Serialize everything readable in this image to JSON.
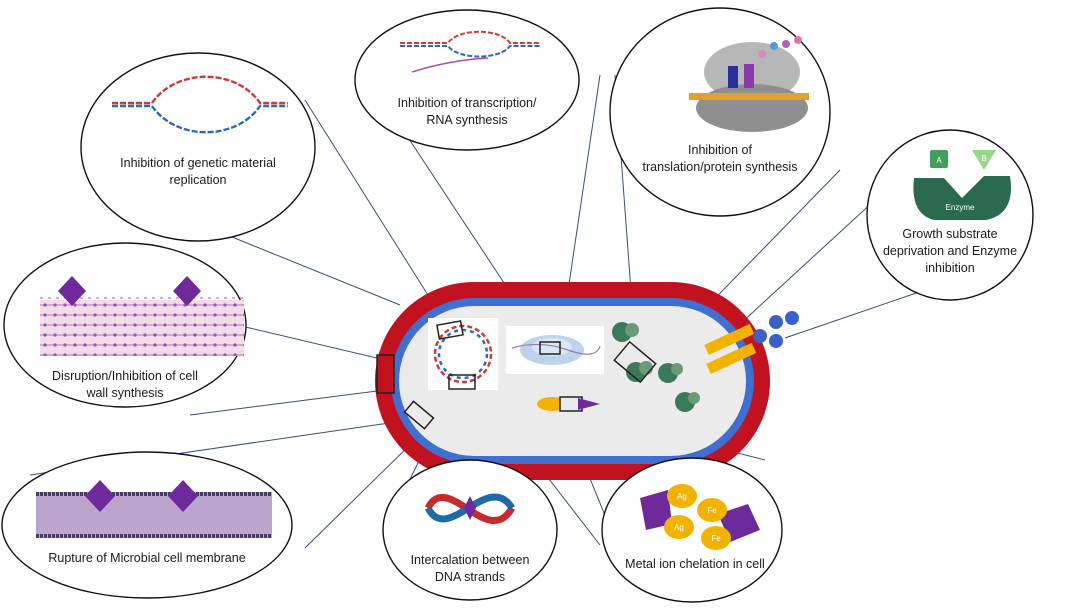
{
  "labels": {
    "replication": "Inhibition of genetic material\nreplication",
    "transcription": "Inhibition of transcription/\nRNA synthesis",
    "translation": "Inhibition of\ntranslation/protein synthesis",
    "growth": "Growth substrate\ndeprivation and Enzyme\ninhibition",
    "cell_wall": "Disruption/Inhibition of cell\nwall synthesis",
    "membrane": "Rupture of Microbial cell membrane",
    "intercalation": "Intercalation between\nDNA strands",
    "metal": "Metal ion chelation in cell"
  },
  "enzyme_panel": {
    "substrate_a": "A",
    "substrate_b": "B",
    "enzyme": "Enzyme"
  },
  "metal_panel": {
    "ions": [
      "Ag",
      "Fe",
      "Ag",
      "Fe"
    ]
  },
  "colors": {
    "cell_wall_red": "#c2121f",
    "membrane_blue": "#3f6fd0",
    "cytoplasm": "#ebebeb",
    "leader_line": "#3c4d78",
    "drug_purple": "#6e2a9a",
    "ion_gold": "#f2b300",
    "enzyme_green": "#2a6a4e",
    "dna_red": "#d23a3a",
    "dna_blue": "#2f68b8"
  }
}
